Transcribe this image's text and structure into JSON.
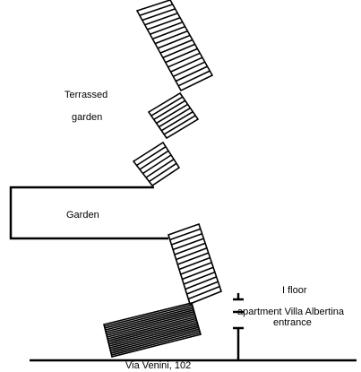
{
  "labels": {
    "terrassed": "Terrassed",
    "terrassed_garden": "garden",
    "garden": "Garden",
    "floor": "I floor",
    "apartment_line1": "apartment Villa Albertina",
    "apartment_line2": "entrance",
    "street": "Via Venini, 102"
  },
  "colors": {
    "ink": "#000000",
    "background": "#ffffff"
  }
}
